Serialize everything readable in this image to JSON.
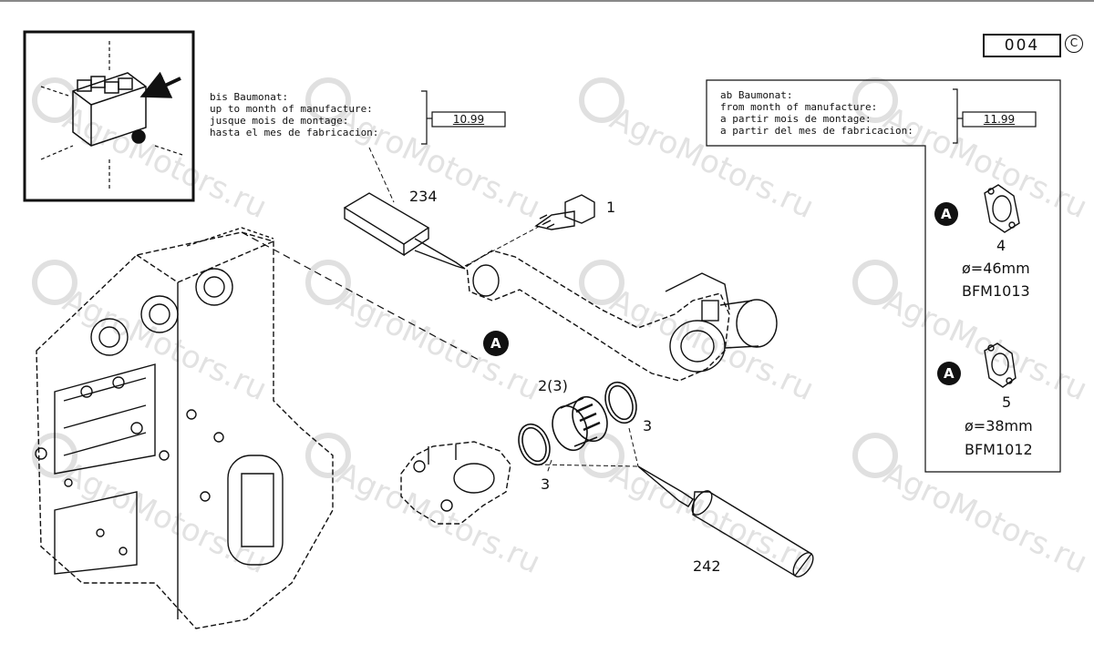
{
  "page_number": "004",
  "copyright_symbol": "C",
  "watermark_text": "AgroMotors.ru",
  "note_before": {
    "lines": [
      "bis Baumonat:",
      "up to month of manufacture:",
      "jusque mois de montage:",
      "hasta el mes de fabricacion:"
    ],
    "date": "10.99"
  },
  "note_after": {
    "lines": [
      "ab Baumonat:",
      "from month of manufacture:",
      "a partir mois de montage:",
      "a partir del mes de fabricacion:"
    ],
    "date": "11.99"
  },
  "callouts": {
    "sealant_tube": "234",
    "bolt": "1",
    "spigot": "2(3)",
    "ring_right": "3",
    "ring_left": "3",
    "grease_tube": "242"
  },
  "marker_letter": "A",
  "variants": [
    {
      "item": "4",
      "diameter": "ø=46mm",
      "engine": "BFM1013"
    },
    {
      "item": "5",
      "diameter": "ø=38mm",
      "engine": "BFM1012"
    }
  ],
  "colors": {
    "ink": "#111111",
    "marker_fill": "#111111",
    "watermark": "#e2e2e2"
  },
  "icons": [
    "arrow-icon",
    "gear-watermark-icon"
  ]
}
